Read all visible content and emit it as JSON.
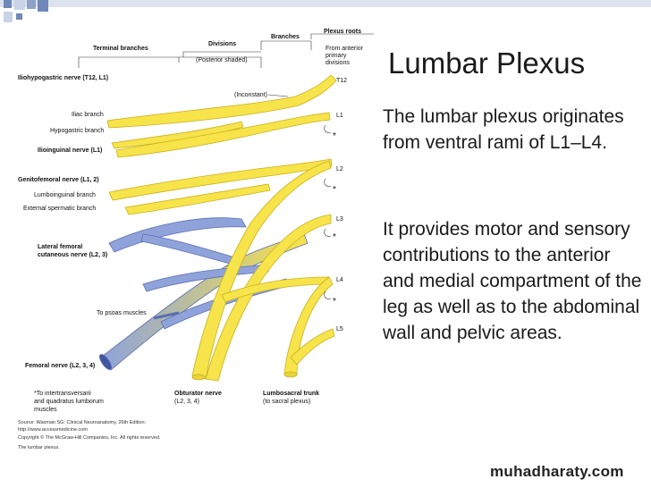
{
  "slide": {
    "title": "Lumbar Plexus",
    "paragraph1": "The lumbar plexus originates from ventral rami of L1–L4.",
    "paragraph2": "It provides motor and sensory contributions to the anterior and medial compartment of the leg as well as to the abdominal wall and pelvic areas.",
    "watermark": "muhadharaty.com"
  },
  "colors": {
    "nerve_yellow": "#f7e34a",
    "nerve_yellow_edge": "#c9b21d",
    "nerve_blue": "#8fa3da",
    "nerve_blue_edge": "#5b6fb2",
    "deco_blue": "#6f88b8",
    "deco_light": "#c9d3e6"
  },
  "figure": {
    "headers": {
      "terminal_branches": "Terminal branches",
      "divisions": "Divisions",
      "divisions_sub": "(Posterior shaded)",
      "branches": "Branches",
      "plexus_roots": "Plexus roots",
      "plexus_roots_sub1": "From anterior",
      "plexus_roots_sub2": "primary",
      "plexus_roots_sub3": "divisions"
    },
    "roots": [
      "T12",
      "L1",
      "L2",
      "L3",
      "L4",
      "L5"
    ],
    "labels": {
      "iliohypogastric": "Iliohypogastric nerve (T12, L1)",
      "inconstant": "(Inconstant)",
      "iliac_branch": "Iliac branch",
      "hypogastric_branch": "Hypogastric branch",
      "ilioinguinal": "Ilioinguinal nerve (L1)",
      "genitofemoral": "Genitofemoral nerve (L1, 2)",
      "lumboinguinal": "Lumboinguinal branch",
      "external_spermatic": "External spermatic branch",
      "lateral_femoral_1": "Lateral femoral",
      "lateral_femoral_2": "cutaneous nerve (L2, 3)",
      "to_psoas": "To psoas muscles",
      "femoral": "Femoral nerve (L2, 3, 4)",
      "footnote_1": "*To intertransversarii",
      "footnote_2": "and quadratus lumborum",
      "footnote_3": "muscles",
      "obturator_1": "Obturator nerve",
      "obturator_2": "(L2, 3, 4)",
      "lumbosacral_1": "Lumbosacral trunk",
      "lumbosacral_2": "(to sacral plexus)"
    },
    "source": {
      "line1": "Source: Waxman SG: Clinical Neuroanatomy, 26th Edition:",
      "line2": "http://www.accessmedicine.com",
      "line3": "Copyright © The McGraw-Hill Companies, Inc. All rights reserved.",
      "line4": "The lumbar plexus."
    }
  }
}
